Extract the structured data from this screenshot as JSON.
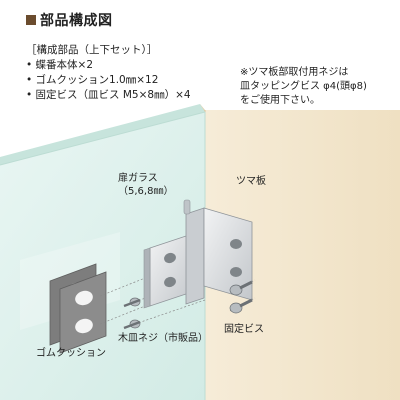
{
  "title": "部品構成図",
  "parts_list": {
    "heading": "［構成部品（上下セット）］",
    "items": [
      "• 蝶番本体×2",
      "• ゴムクッション1.0㎜×12",
      "• 固定ビス（皿ビス M5×8㎜）×4"
    ]
  },
  "note": {
    "lines": [
      "※ツマ板部取付用ネジは",
      "皿タッピングビス φ4(頭φ8)",
      "をご使用下さい。"
    ]
  },
  "labels": {
    "door_glass": [
      "扉ガラス",
      "（5,6,8㎜）"
    ],
    "side_panel": "ツマ板",
    "screws_wood": "木皿ネジ（市販品）",
    "fixing_screws": "固定ビス",
    "rubber_cushion": "ゴムクッション"
  },
  "colors": {
    "title_mark": "#6b4c2e",
    "glass": "#dff0ec",
    "panel": "#f3e7cf",
    "metal": "#d6d9dc",
    "cushion": "#8a8a8a"
  }
}
